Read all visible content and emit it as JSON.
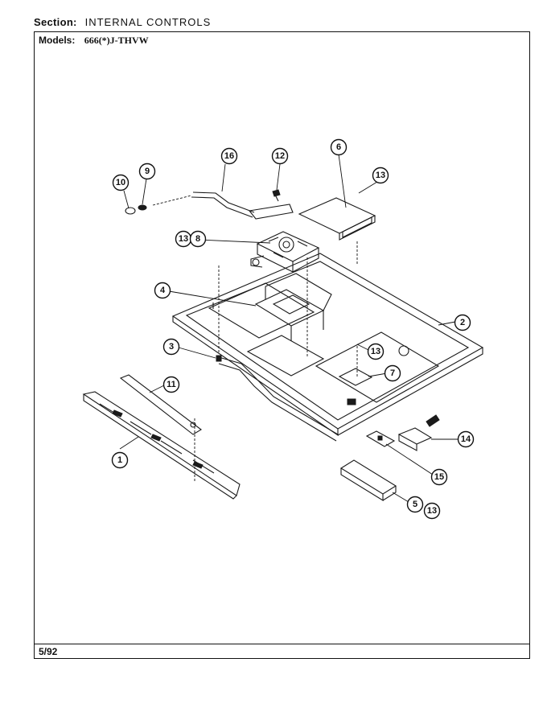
{
  "header": {
    "section_label": "Section:",
    "section_value": "INTERNAL CONTROLS"
  },
  "models": {
    "label": "Models:",
    "value": "666(*)J-THVW"
  },
  "footer": {
    "date": "5/92"
  },
  "callouts": [
    "1",
    "2",
    "3",
    "4",
    "5",
    "6",
    "7",
    "8",
    "9",
    "10",
    "11",
    "12",
    "13",
    "14",
    "15",
    "16"
  ]
}
